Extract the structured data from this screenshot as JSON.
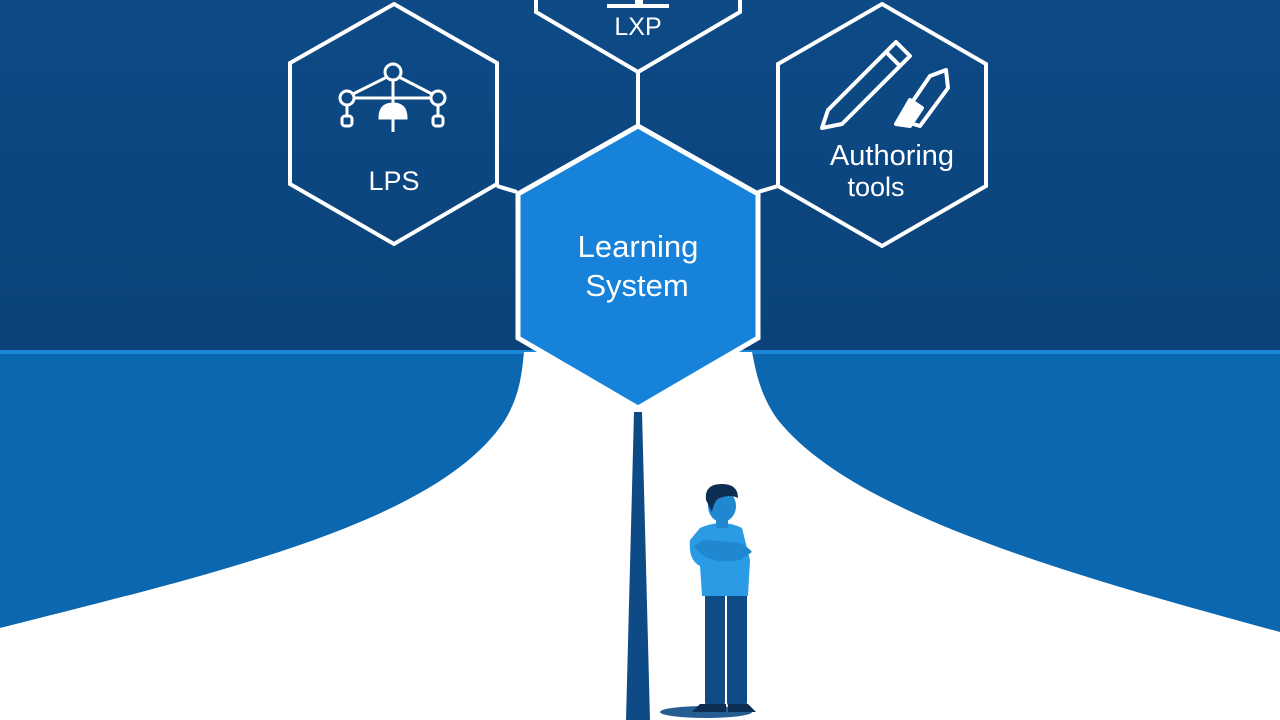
{
  "colors": {
    "sky": "#0d4a86",
    "sky_dark": "#0b3f73",
    "ground": "#0a67b0",
    "horizon": "#1a86d6",
    "path": "#ffffff",
    "hex_stroke": "#ffffff",
    "center_fill": "#1782d9",
    "person_shirt": "#2c9be6",
    "person_pants": "#0f4c86",
    "person_hair": "#0b2e52"
  },
  "nodes": {
    "center": {
      "line1": "Learning",
      "line2": "System"
    },
    "top": {
      "label": "LXP"
    },
    "left": {
      "label": "LPS",
      "icon": "network-hierarchy-icon"
    },
    "right": {
      "line1": "Authoring",
      "line2": "tools",
      "icon": "pencil-tools-icon"
    }
  }
}
